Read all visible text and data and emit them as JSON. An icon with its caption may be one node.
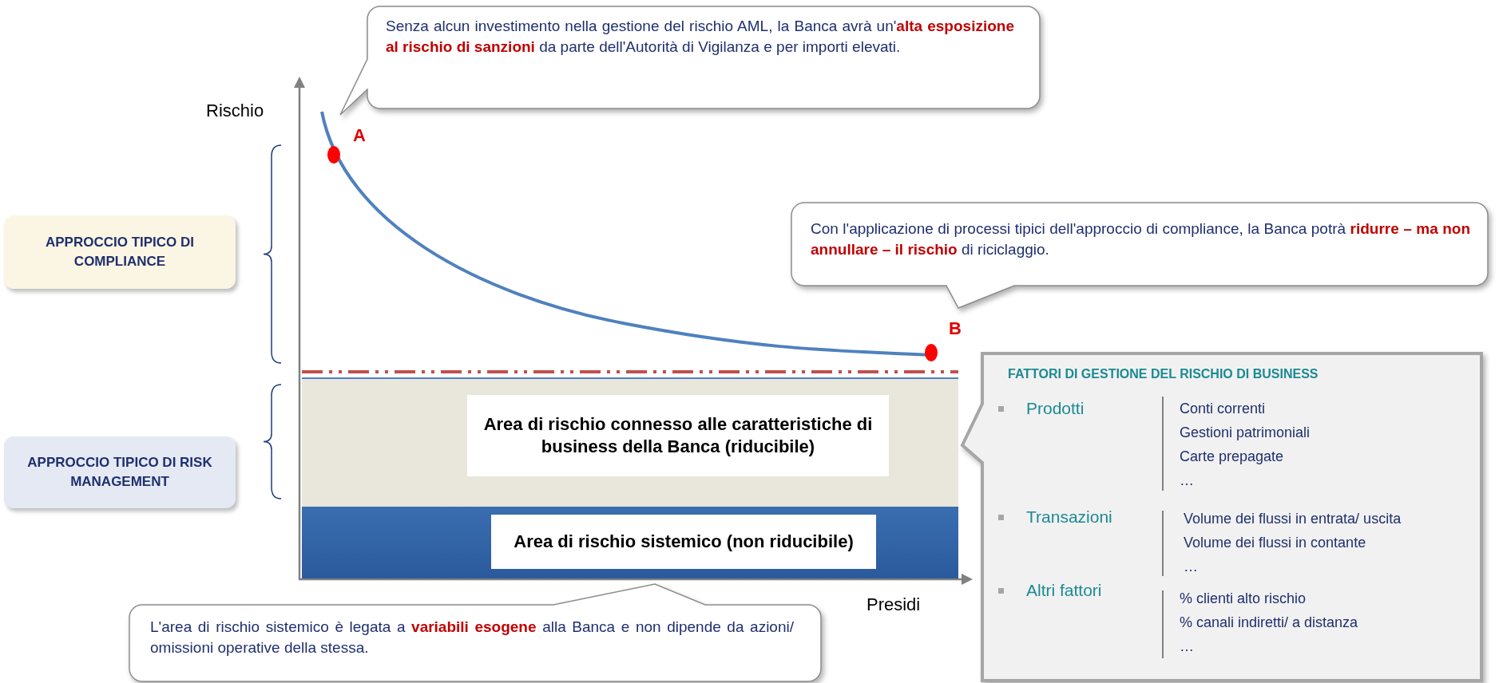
{
  "diagram": {
    "nodes": [
      {
        "text": [
          "Senza alcun investimento nella gestione del rischio AML, la Banca avrà un'**alta esposizione al rischio di sanzioni** da parte dell'Autorità di Vigilanza e per importi elevati."
        ]
      },
      {
        "text": [
          "Con l'applicazione di processi tipici dell'approccio di compliance, la Banca potrà **ridurre – ma non annullare – il rischio** di riciclaggio."
        ]
      },
      {
        "text": [
          "L'area di rischio sistemico è legata a **variabili esogene** alla Banca e non dipende da azioni/ omissioni operative della stessa."
        ]
      },
      {
        "text": [
          "APPROCCIO TIPICO DI COMPLIANCE"
        ]
      },
      {
        "text": [
          "APPROCCIO TIPICO DI RISK MANAGEMENT"
        ]
      },
      {
        "text": [
          "Area di rischio connesso alle caratteristiche di business della Banca (riducibile)"
        ]
      },
      {
        "text": [
          "Area di rischio sistemico (non riducibile)"
        ]
      },
      {
        "text": [],
        "shape": "circle",
        "beside": [
          "A"
        ]
      },
      {
        "text": [],
        "shape": "circle",
        "beside": [
          "B"
        ]
      },
      {
        "text": [
          "FATTORI DI GESTIONE DEL RISCHIO DI BUSINESS",
          "Prodotti",
          "Conti correnti",
          "Gestioni patrimoniali",
          "Carte prepagate",
          "…",
          "Transazioni",
          "Volume dei flussi in entrata/ uscita",
          "Volume dei flussi in contante",
          "…",
          "Altri fattori",
          "% clienti alto rischio",
          "% canali indiretti/ a distanza",
          "…"
        ]
      }
    ],
    "labels": [
      "Rischio",
      "Presidi"
    ]
  }
}
